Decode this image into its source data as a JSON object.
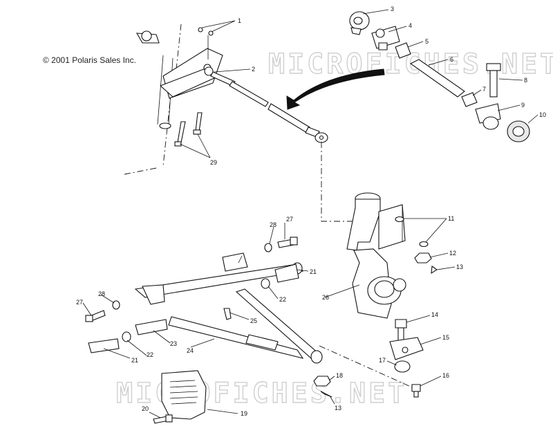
{
  "copyright": "© 2001 Polaris Sales Inc.",
  "watermark": "MICROFICHES.NET",
  "callouts": [
    {
      "id": "c1",
      "label": "1"
    },
    {
      "id": "c2",
      "label": "2"
    },
    {
      "id": "c3",
      "label": "3"
    },
    {
      "id": "c4",
      "label": "4"
    },
    {
      "id": "c5",
      "label": "5"
    },
    {
      "id": "c6",
      "label": "6"
    },
    {
      "id": "c7",
      "label": "7"
    },
    {
      "id": "c8",
      "label": "8"
    },
    {
      "id": "c9",
      "label": "9"
    },
    {
      "id": "c10",
      "label": "10"
    },
    {
      "id": "c11",
      "label": "11"
    },
    {
      "id": "c12",
      "label": "12"
    },
    {
      "id": "c13a",
      "label": "13"
    },
    {
      "id": "c14",
      "label": "14"
    },
    {
      "id": "c15",
      "label": "15"
    },
    {
      "id": "c16",
      "label": "16"
    },
    {
      "id": "c17",
      "label": "17"
    },
    {
      "id": "c18",
      "label": "18"
    },
    {
      "id": "c13b",
      "label": "13"
    },
    {
      "id": "c19",
      "label": "19"
    },
    {
      "id": "c20",
      "label": "20"
    },
    {
      "id": "c21a",
      "label": "21"
    },
    {
      "id": "c21b",
      "label": "21"
    },
    {
      "id": "c22a",
      "label": "22"
    },
    {
      "id": "c22b",
      "label": "22"
    },
    {
      "id": "c23",
      "label": "23"
    },
    {
      "id": "c24",
      "label": "24"
    },
    {
      "id": "c25",
      "label": "25"
    },
    {
      "id": "c26",
      "label": "26"
    },
    {
      "id": "c27a",
      "label": "27"
    },
    {
      "id": "c27b",
      "label": "27"
    },
    {
      "id": "c28a",
      "label": "28"
    },
    {
      "id": "c28b",
      "label": "28"
    },
    {
      "id": "c29",
      "label": "29"
    }
  ]
}
